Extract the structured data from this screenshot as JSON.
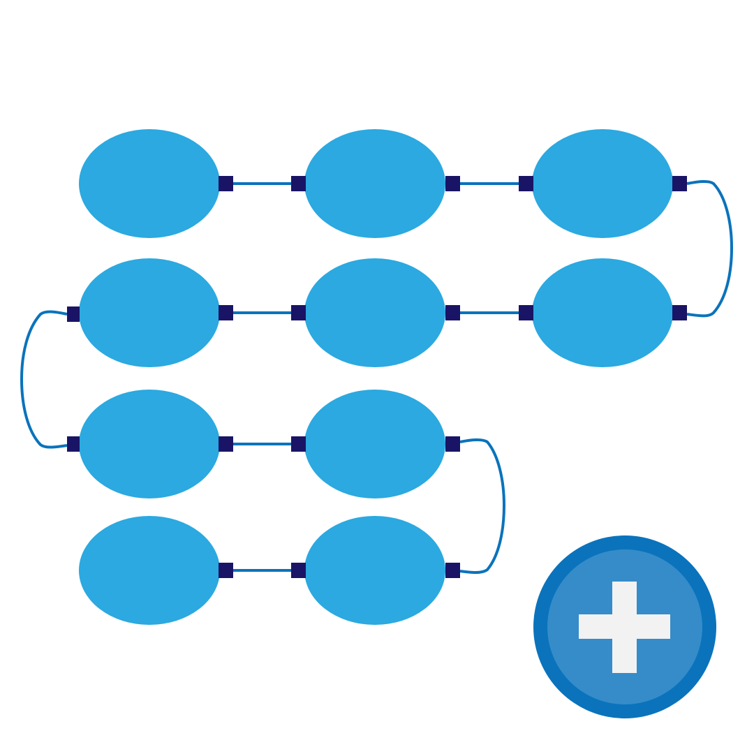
{
  "diagram": {
    "node_color": "#2BA9E0",
    "port_color": "#1A1466",
    "connector_color": "#0A73BC",
    "rows": [
      {
        "nodes": 3
      },
      {
        "nodes": 3
      },
      {
        "nodes": 2
      },
      {
        "nodes": 2
      }
    ],
    "flow": "serpentine"
  },
  "add_button": {
    "icon": "plus-icon",
    "ring_color": "#0A73BC",
    "fill_color": "#358CC9",
    "glyph_color": "#F2F2F2"
  }
}
